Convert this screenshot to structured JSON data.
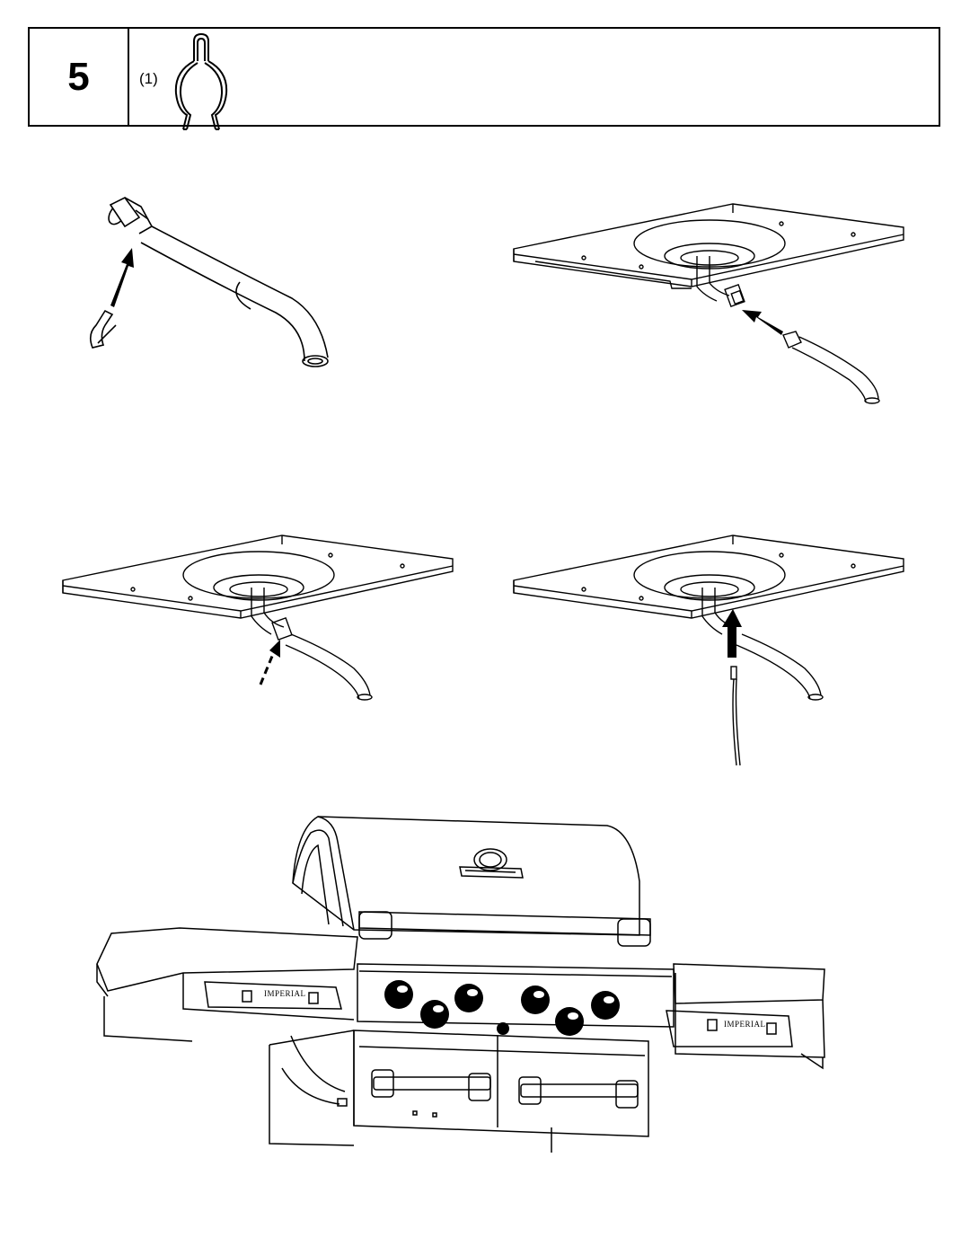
{
  "step": {
    "number": "5",
    "part_quantity": "(1)",
    "part_icon": "hairpin-clip-icon"
  },
  "grill": {
    "brand_left": "IMPERIAL",
    "brand_right": "IMPERIAL"
  }
}
